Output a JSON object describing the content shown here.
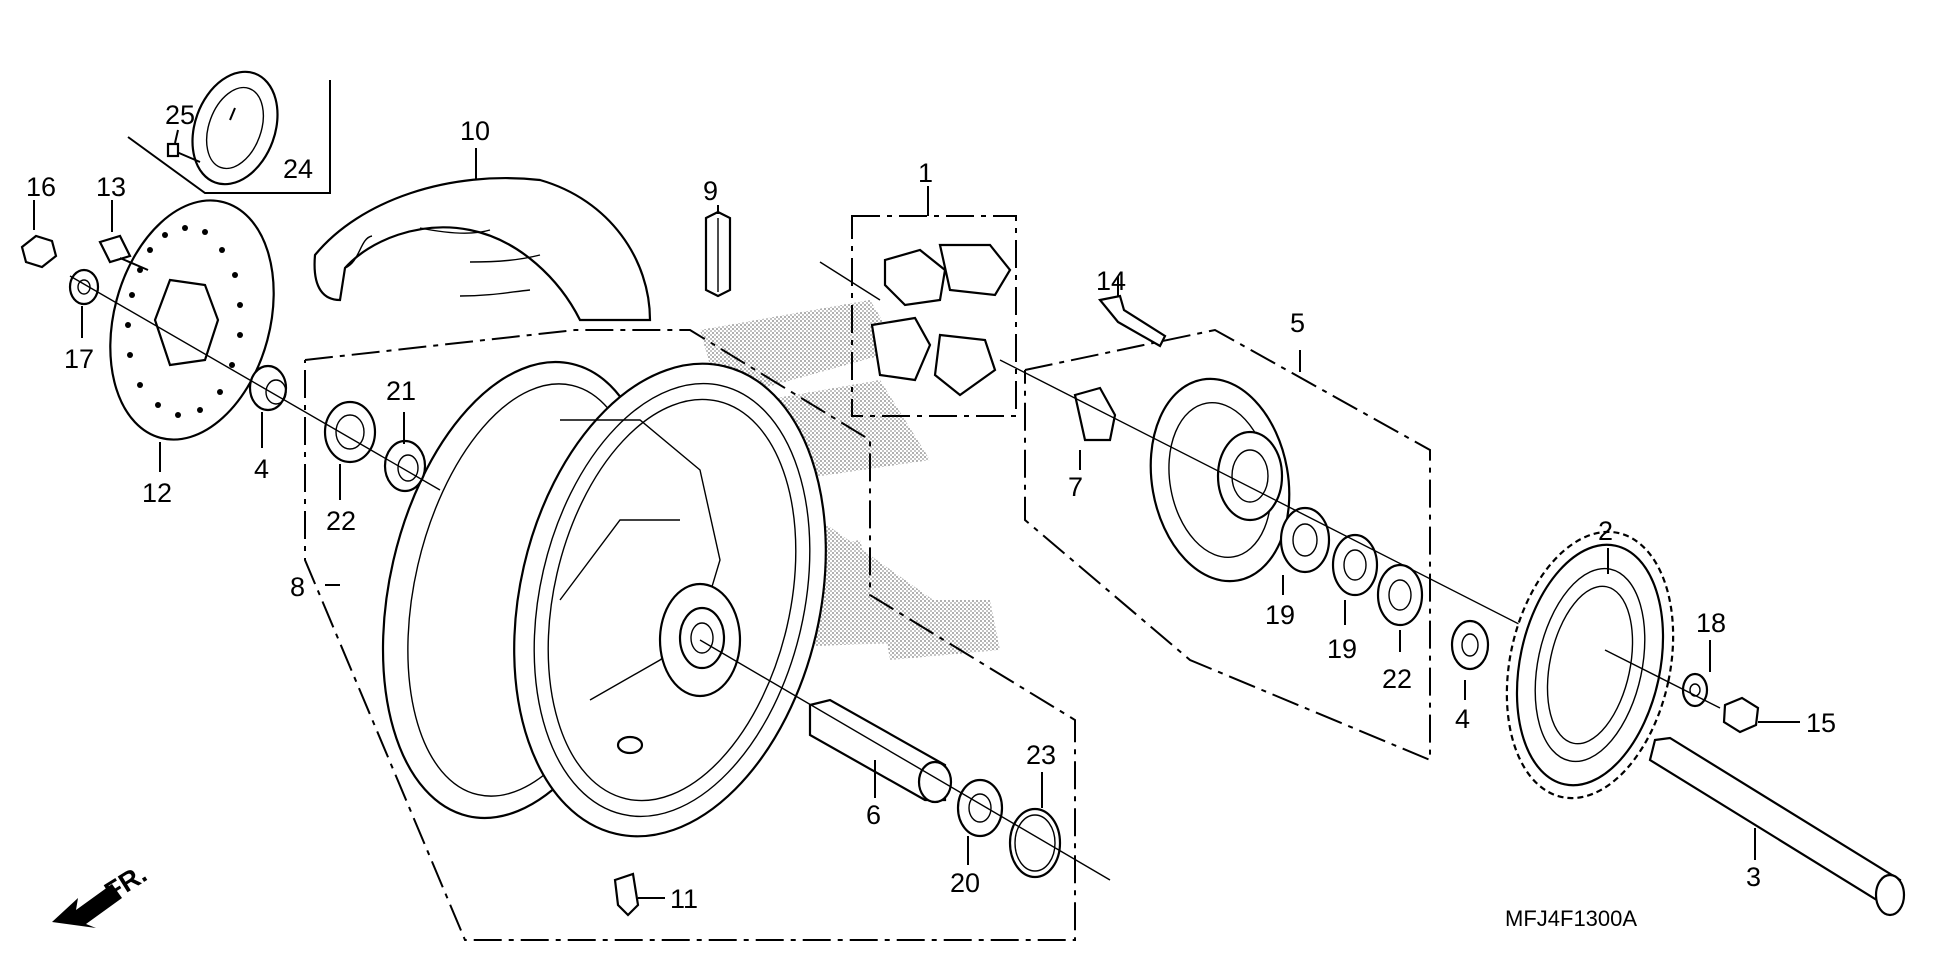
{
  "diagram": {
    "code": "MFJ4F1300A",
    "direction": "FR.",
    "callouts": [
      {
        "id": "c1",
        "text": "1"
      },
      {
        "id": "c2",
        "text": "2"
      },
      {
        "id": "c3",
        "text": "3"
      },
      {
        "id": "c4a",
        "text": "4"
      },
      {
        "id": "c4b",
        "text": "4"
      },
      {
        "id": "c5",
        "text": "5"
      },
      {
        "id": "c6",
        "text": "6"
      },
      {
        "id": "c7",
        "text": "7"
      },
      {
        "id": "c8",
        "text": "8"
      },
      {
        "id": "c9",
        "text": "9"
      },
      {
        "id": "c10",
        "text": "10"
      },
      {
        "id": "c11",
        "text": "11"
      },
      {
        "id": "c12",
        "text": "12"
      },
      {
        "id": "c13",
        "text": "13"
      },
      {
        "id": "c14",
        "text": "14"
      },
      {
        "id": "c15",
        "text": "15"
      },
      {
        "id": "c16",
        "text": "16"
      },
      {
        "id": "c17",
        "text": "17"
      },
      {
        "id": "c18",
        "text": "18"
      },
      {
        "id": "c19a",
        "text": "19"
      },
      {
        "id": "c19b",
        "text": "19"
      },
      {
        "id": "c20",
        "text": "20"
      },
      {
        "id": "c21",
        "text": "21"
      },
      {
        "id": "c22a",
        "text": "22"
      },
      {
        "id": "c22b",
        "text": "22"
      },
      {
        "id": "c23",
        "text": "23"
      },
      {
        "id": "c24",
        "text": "24"
      },
      {
        "id": "c25",
        "text": "25"
      }
    ]
  }
}
